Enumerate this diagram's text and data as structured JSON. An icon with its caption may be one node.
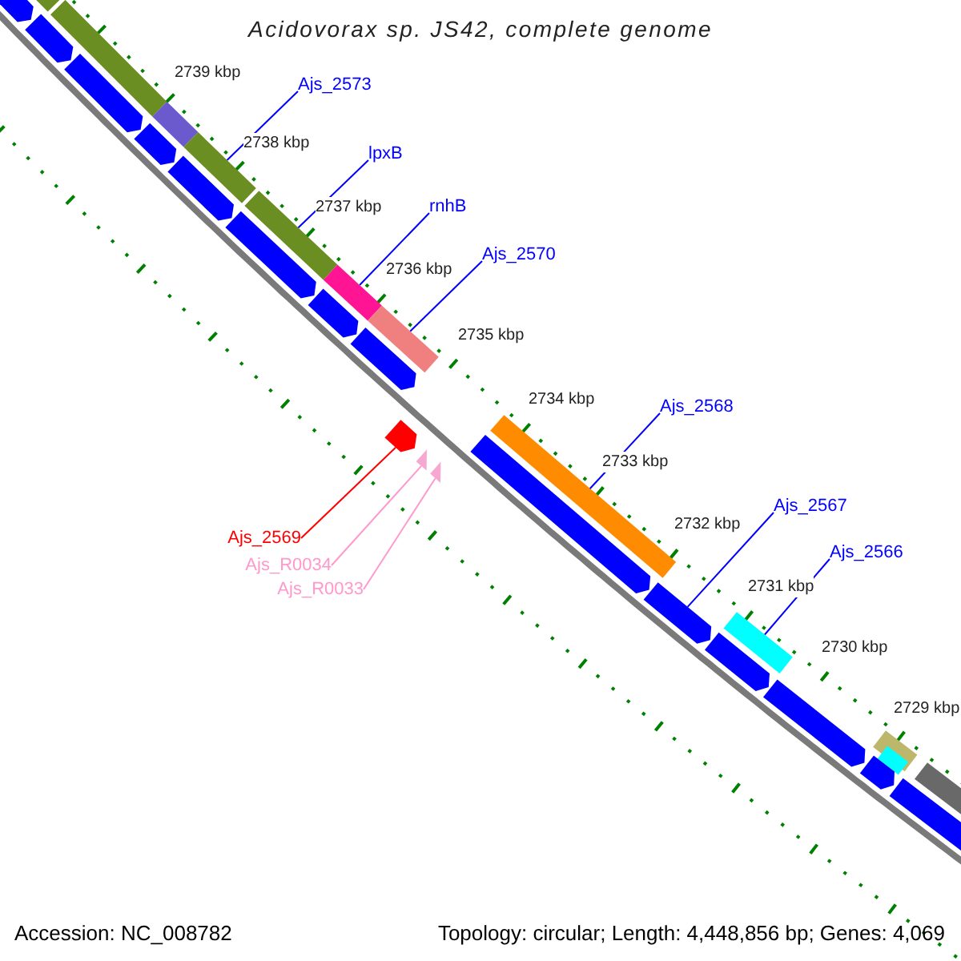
{
  "diagram": {
    "title": "Acidovorax sp. JS42, complete genome",
    "nodes": [
      {
        "text": [
          "Ajs_2573"
        ]
      },
      {
        "text": [
          "lpxB"
        ]
      },
      {
        "text": [
          "rnhB"
        ]
      },
      {
        "text": [
          "Ajs_2570"
        ]
      },
      {
        "text": [
          "Ajs_2568"
        ]
      },
      {
        "text": [
          "Ajs_2567"
        ]
      },
      {
        "text": [
          "Ajs_2566"
        ]
      },
      {
        "text": [
          "Ajs_2569"
        ]
      },
      {
        "text": [
          "Ajs_R0034"
        ]
      },
      {
        "text": [
          "Ajs_R0033"
        ]
      },
      {
        "text": [],
        "shape": "bar"
      },
      {
        "text": [],
        "shape": "bar"
      },
      {
        "text": [],
        "shape": "bar"
      },
      {
        "text": [],
        "shape": "bar"
      },
      {
        "text": [],
        "shape": "bar"
      },
      {
        "text": [],
        "shape": "bar"
      },
      {
        "text": [],
        "shape": "bar"
      },
      {
        "text": [],
        "shape": "bar"
      },
      {
        "text": [],
        "shape": "bar"
      },
      {
        "text": [],
        "shape": "bar"
      },
      {
        "text": [],
        "shape": "bar"
      },
      {
        "text": [],
        "shape": "bar"
      },
      {
        "text": [],
        "shape": "pentagon"
      },
      {
        "text": [],
        "shape": "pentagon"
      },
      {
        "text": [],
        "shape": "pentagon"
      },
      {
        "text": [],
        "shape": "pentagon"
      },
      {
        "text": [],
        "shape": "pentagon"
      },
      {
        "text": [],
        "shape": "pentagon"
      },
      {
        "text": [],
        "shape": "pentagon"
      },
      {
        "text": [],
        "shape": "pentagon"
      },
      {
        "text": [],
        "shape": "pentagon"
      },
      {
        "text": [],
        "shape": "pentagon"
      },
      {
        "text": [],
        "shape": "pentagon"
      },
      {
        "text": [],
        "shape": "pentagon"
      },
      {
        "text": [],
        "shape": "pentagon"
      },
      {
        "text": [],
        "shape": "pentagon"
      },
      {
        "text": [],
        "shape": "pentagon"
      },
      {
        "text": [],
        "shape": "triangle"
      },
      {
        "text": [],
        "shape": "triangle"
      }
    ],
    "edges": [
      {
        "from": 0,
        "to": 13,
        "arrow": "none"
      },
      {
        "from": 1,
        "to": 14,
        "arrow": "none"
      },
      {
        "from": 2,
        "to": 15,
        "arrow": "none"
      },
      {
        "from": 3,
        "to": 16,
        "arrow": "none"
      },
      {
        "from": 4,
        "to": 17,
        "arrow": "none"
      },
      {
        "from": 5,
        "to": 31,
        "arrow": "none"
      },
      {
        "from": 6,
        "to": 18,
        "arrow": "none"
      },
      {
        "from": 7,
        "to": 36,
        "arrow": "none",
        "color": "#ff0000"
      },
      {
        "from": 8,
        "to": 37,
        "arrow": "none",
        "color": "#ff99cc"
      },
      {
        "from": 9,
        "to": 38,
        "arrow": "none",
        "color": "#ff99cc"
      }
    ],
    "labels": [
      "2739 kbp",
      "2738 kbp",
      "2737 kbp",
      "2736 kbp",
      "2735 kbp",
      "2734 kbp",
      "2733 kbp",
      "2732 kbp",
      "2731 kbp",
      "2730 kbp",
      "2729 kbp",
      "Accession: NC_008782",
      "Topology: circular; Length: 4,448,856 bp; Genes: 4,069"
    ]
  }
}
